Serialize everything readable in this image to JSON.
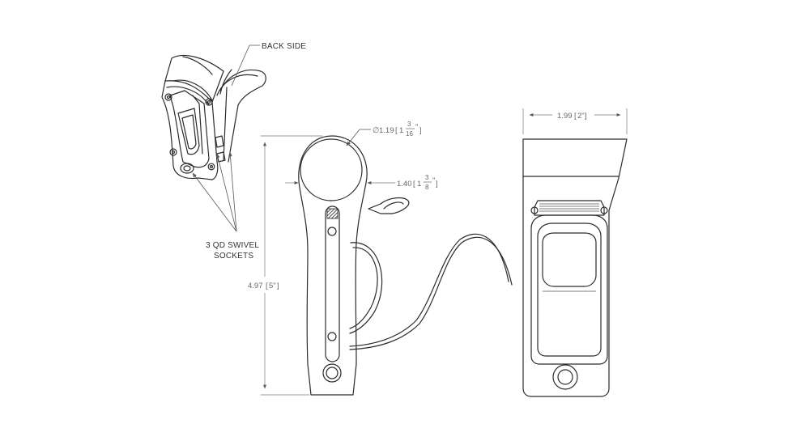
{
  "callouts": {
    "back_side": "BACK SIDE",
    "qd_line1": "3 QD SWIVEL",
    "qd_line2": "SOCKETS"
  },
  "dimensions": {
    "height": {
      "value": "4.97",
      "alt": "5\""
    },
    "width": {
      "value": "1.99",
      "alt": "2\""
    },
    "diameter": {
      "symbol": "∅",
      "value": "1.19",
      "whole": "1",
      "num": "3",
      "den": "16",
      "unit": "\""
    },
    "depth": {
      "value": "1.40",
      "whole": "1",
      "num": "3",
      "den": "8",
      "unit": "\""
    }
  }
}
